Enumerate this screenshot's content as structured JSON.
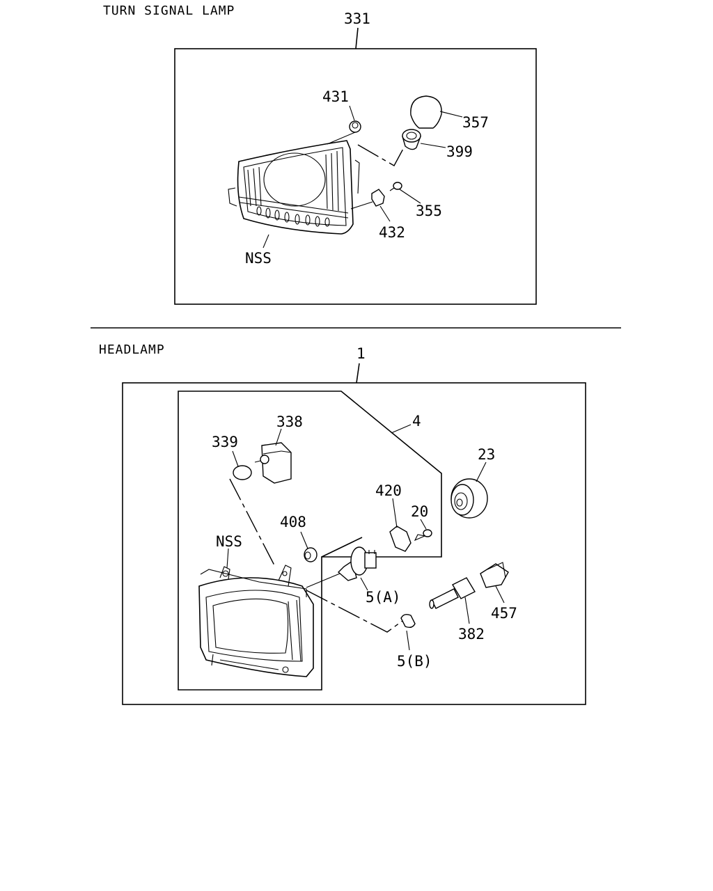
{
  "sections": {
    "turn_signal": {
      "title": "TURN SIGNAL LAMP",
      "assembly_no": "331",
      "callouts": {
        "p431": "431",
        "p357": "357",
        "p399": "399",
        "p355": "355",
        "p432": "432",
        "nss": "NSS"
      }
    },
    "headlamp": {
      "title": "HEADLAMP",
      "assembly_no": "1",
      "callouts": {
        "p4": "4",
        "p338": "338",
        "p339": "339",
        "p23": "23",
        "p420": "420",
        "p20": "20",
        "p408": "408",
        "nss": "NSS",
        "p5a": "5(A)",
        "p5b": "5(B)",
        "p382": "382",
        "p457": "457"
      }
    }
  }
}
